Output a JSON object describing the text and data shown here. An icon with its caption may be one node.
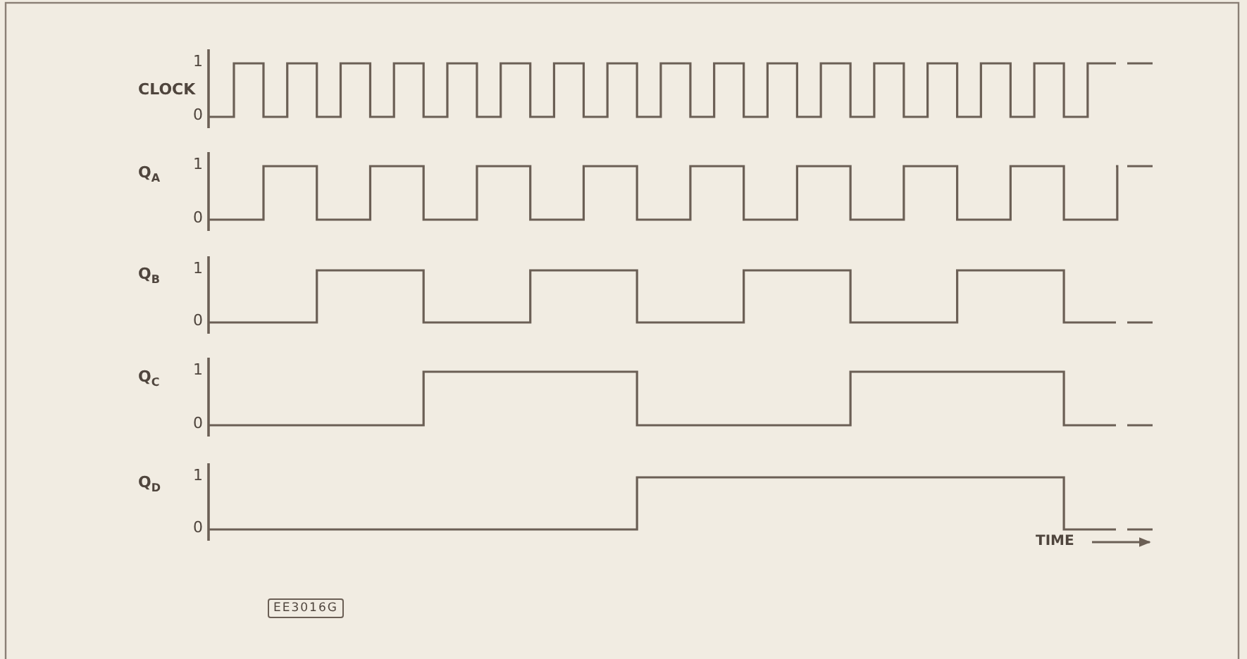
{
  "diagram": {
    "nodes": [
      {
        "text": [
          "EE3016G"
        ]
      }
    ],
    "labels": [
      "CLOCK",
      "1",
      "0",
      "Q$_{A}$",
      "1",
      "0",
      "Q$_{B}$",
      "1",
      "0",
      "Q$_{C}$",
      "1",
      "0",
      "Q$_{D}$",
      "1",
      "0",
      "TIME"
    ]
  }
}
